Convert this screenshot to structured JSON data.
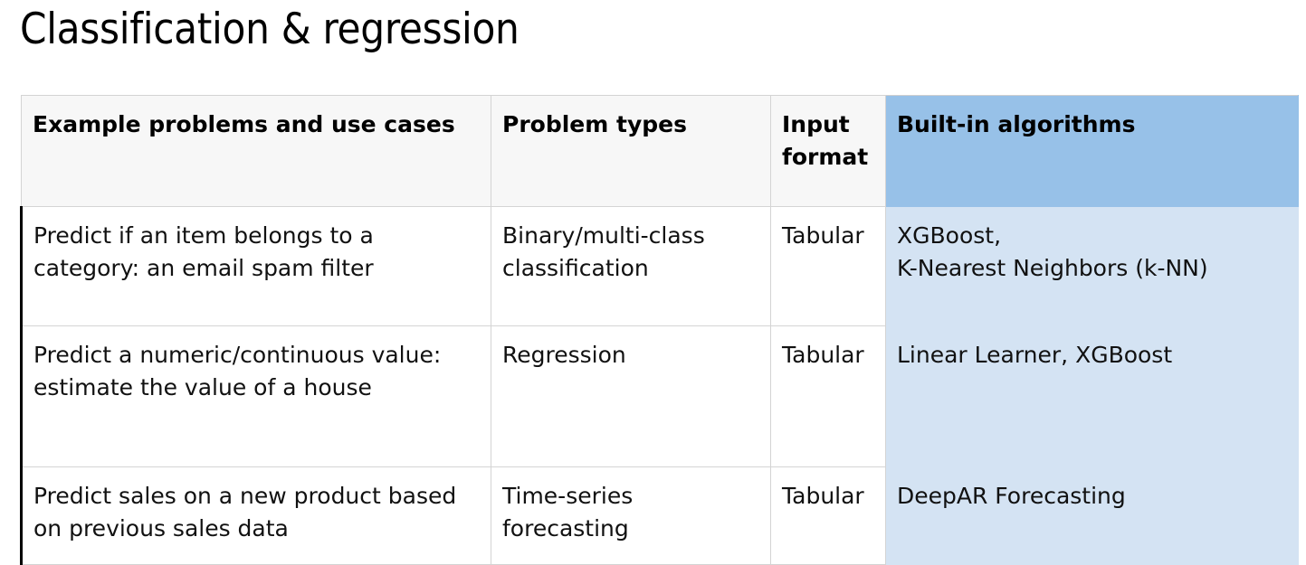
{
  "slide": {
    "title": "Classification & regression",
    "colors": {
      "header_accent": "#97C1E8",
      "cell_accent": "#D4E3F3",
      "header_gray": "#F7F7F7",
      "grid_line": "#D4D4D4",
      "left_rule": "#000000",
      "text": "#000000"
    }
  },
  "table": {
    "headers": [
      "Example problems and use cases",
      "Problem types",
      "Input format",
      "Built-in algorithms"
    ],
    "rows": [
      {
        "example": "Predict if an item belongs to a category: an email spam filter",
        "problem_type": "Binary/multi-class classification",
        "input_format": "Tabular",
        "algorithms_line1": "XGBoost,",
        "algorithms_line2": "K-Nearest Neighbors (k-NN)"
      },
      {
        "example": "Predict a numeric/continuous value: estimate the value of a house",
        "problem_type": "Regression",
        "input_format": "Tabular",
        "algorithms_line1": "Linear Learner, XGBoost",
        "algorithms_line2": ""
      },
      {
        "example": "Predict sales on a new product based on previous sales data",
        "problem_type": "Time-series forecasting",
        "input_format": "Tabular",
        "algorithms_line1": "DeepAR Forecasting",
        "algorithms_line2": ""
      }
    ]
  }
}
